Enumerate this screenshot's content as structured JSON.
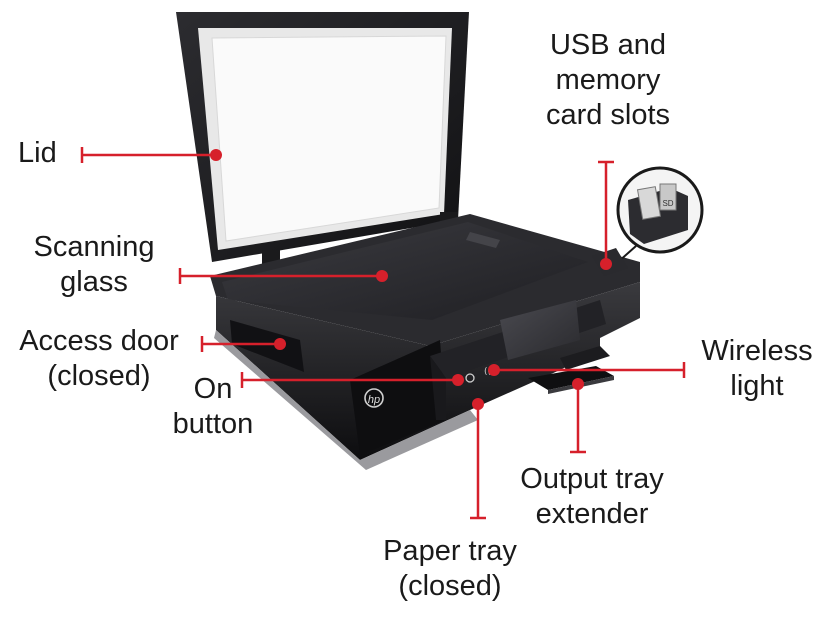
{
  "colors": {
    "callout": "#d6202b",
    "printer_body": "#1b1b1d",
    "glass": "#2a2a2e",
    "lid_pad": "#f2f2f2",
    "text": "#1a1a1a"
  },
  "labels": {
    "lid": "Lid",
    "scanning_glass": "Scanning\nglass",
    "access_door": "Access door\n(closed)",
    "on_button": "On\nbutton",
    "usb_slots": "USB and\nmemory\ncard slots",
    "wireless_light": "Wireless\nlight",
    "output_extender": "Output tray\nextender",
    "paper_tray": "Paper tray\n(closed)"
  },
  "brand_mark": "hp",
  "usb_card_text": "SD"
}
